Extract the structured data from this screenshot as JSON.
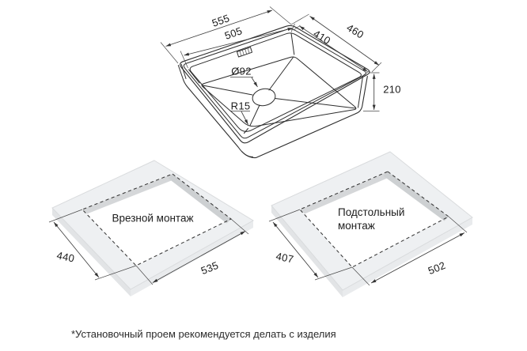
{
  "sink": {
    "outer_width": "555",
    "inner_width": "505",
    "outer_depth": "460",
    "inner_depth": "410",
    "height": "210",
    "drain_diameter": "Ø92",
    "corner_radius": "R15"
  },
  "flush_mount": {
    "title": "Врезной монтаж",
    "cutout_depth": "440",
    "cutout_width": "535"
  },
  "under_mount": {
    "title_line1": "Подстольный",
    "title_line2": "монтаж",
    "cutout_depth": "407",
    "cutout_width": "502"
  },
  "footnote": "*Установочный проем рекомендуется делать с изделия",
  "colors": {
    "line": "#2d2d2d",
    "dimension_line": "#404040",
    "slab_top": "#eef0f2",
    "slab_side": "#e2e4e6",
    "cutout_wall": "#d2d4d6",
    "background": "#ffffff"
  }
}
